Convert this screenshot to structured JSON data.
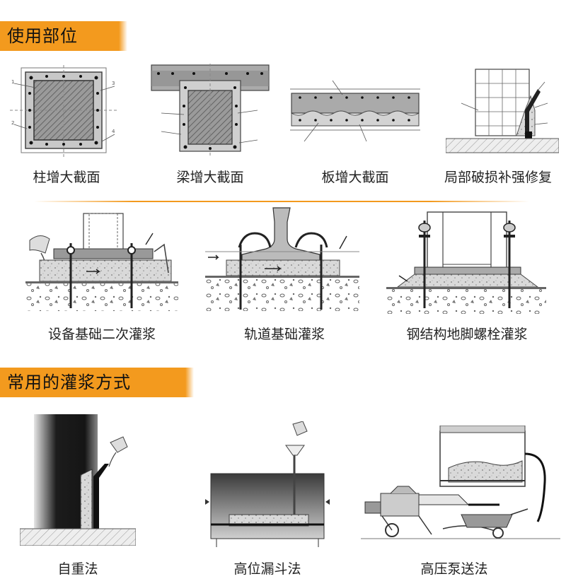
{
  "sections": [
    {
      "title": "使用部位"
    },
    {
      "title": "常用的灌浆方式"
    }
  ],
  "usage_parts": [
    {
      "label": "柱增大截面"
    },
    {
      "label": "梁增大截面"
    },
    {
      "label": "板增大截面"
    },
    {
      "label": "局部破损补强修复"
    }
  ],
  "grouting_locations": [
    {
      "label": "设备基础二次灌浆"
    },
    {
      "label": "轨道基础灌浆"
    },
    {
      "label": "钢结构地脚螺栓灌浆"
    }
  ],
  "grouting_methods": [
    {
      "label": "自重法"
    },
    {
      "label": "高位漏斗法"
    },
    {
      "label": "高压泵送法"
    }
  ],
  "diagram_labels": {
    "n1": "1",
    "n2": "2",
    "n3": "3",
    "n4": "4"
  },
  "colors": {
    "accent": "#f39a1e",
    "concrete": "#bdbdbd",
    "hatch": "#555555"
  }
}
